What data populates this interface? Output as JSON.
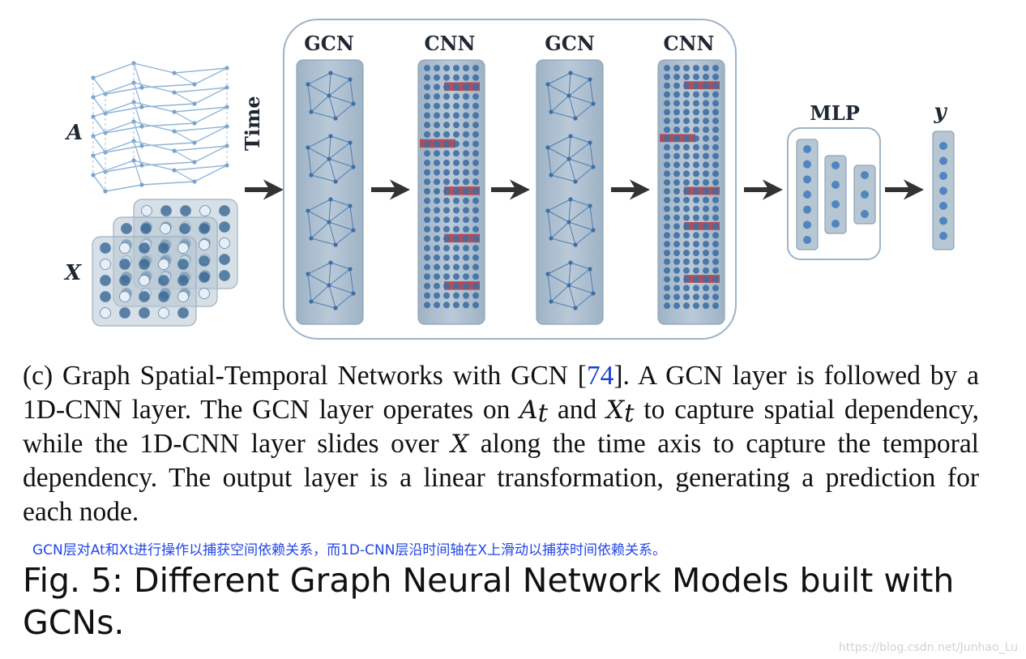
{
  "diagram": {
    "input_a_label": "A",
    "input_x_label": "X",
    "time_label": "Time",
    "stage_labels": [
      "GCN",
      "CNN",
      "GCN",
      "CNN"
    ],
    "mlp_label": "MLP",
    "output_label": "y"
  },
  "caption": {
    "prefix": "(c) Graph Spatial-Temporal Networks with GCN [",
    "ref": "74",
    "part1": "]. A GCN layer is followed by a 1D-CNN layer. The GCN layer operates on ",
    "a_sym": "A",
    "t_sub": "t",
    "and": " and ",
    "x_sym": "X",
    "t_sub2": "t",
    "part2": " to capture spatial dependency, while the 1D-CNN layer slides over ",
    "x_sym2": "X",
    "part3": " along the time axis to capture the temporal dependency. The output layer is a linear transformation, generating a prediction for each node."
  },
  "note": "GCN层对At和Xt进行操作以捕获空间依赖关系，而1D-CNN层沿时间轴在X上滑动以捕获时间依赖关系。",
  "fig_title": "Fig. 5: Different Graph Neural Network Models built with GCNs.",
  "watermark": "https://blog.csdn.net/Junhao_Lu"
}
